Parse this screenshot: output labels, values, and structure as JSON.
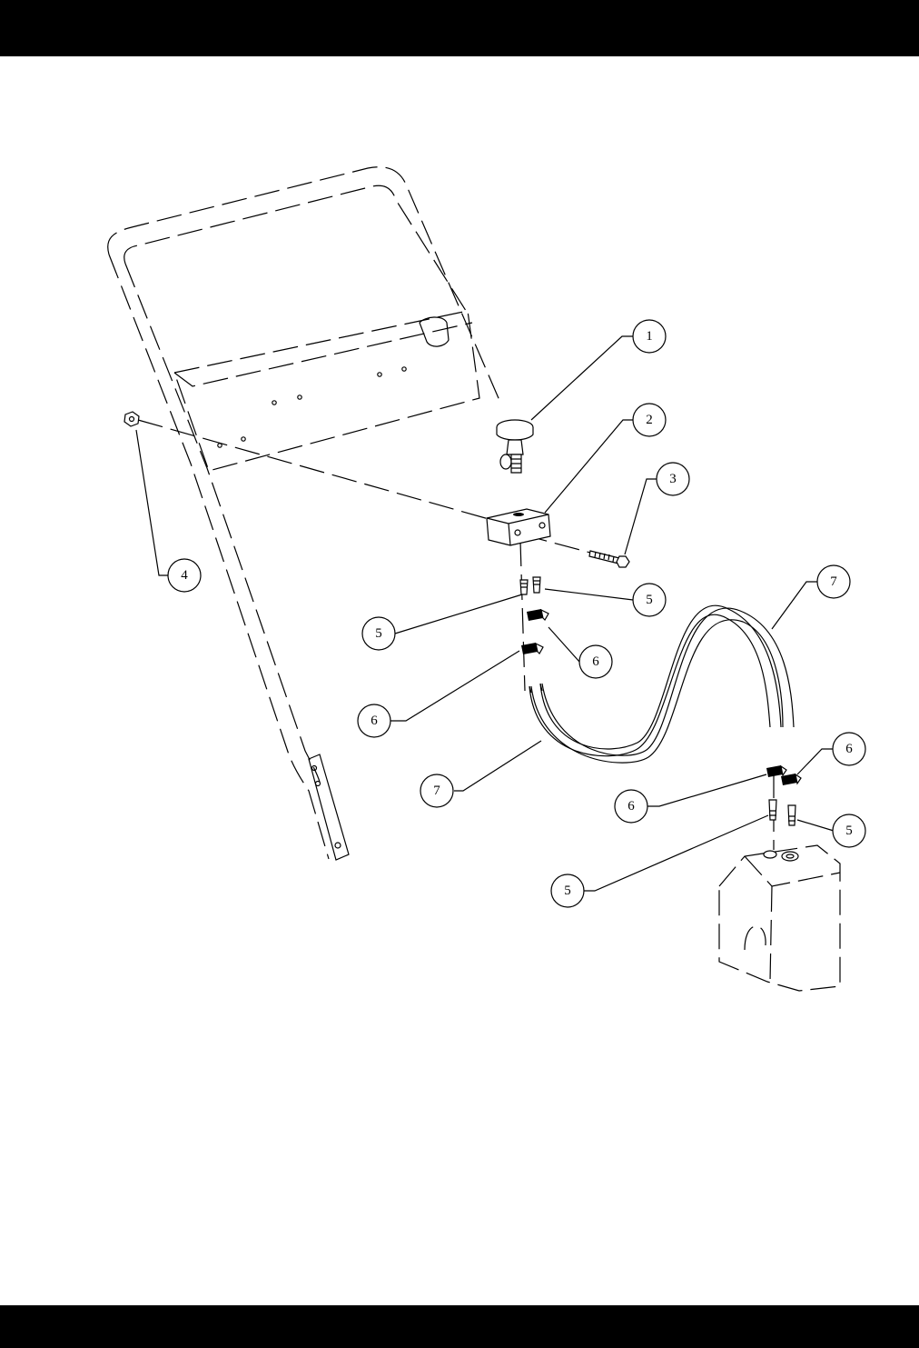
{
  "colors": {
    "band": "#000000",
    "line": "#000000",
    "background": "#ffffff"
  },
  "callouts": [
    {
      "id": "c1a",
      "label": "1"
    },
    {
      "id": "c2a",
      "label": "2"
    },
    {
      "id": "c3a",
      "label": "3"
    },
    {
      "id": "c4a",
      "label": "4"
    },
    {
      "id": "c5a",
      "label": "5"
    },
    {
      "id": "c5b",
      "label": "5"
    },
    {
      "id": "c6a",
      "label": "6"
    },
    {
      "id": "c6b",
      "label": "6"
    },
    {
      "id": "c7a",
      "label": "7"
    },
    {
      "id": "c7b",
      "label": "7"
    },
    {
      "id": "c6c",
      "label": "6"
    },
    {
      "id": "c6d",
      "label": "6"
    },
    {
      "id": "c5c",
      "label": "5"
    },
    {
      "id": "c5d",
      "label": "5"
    }
  ]
}
